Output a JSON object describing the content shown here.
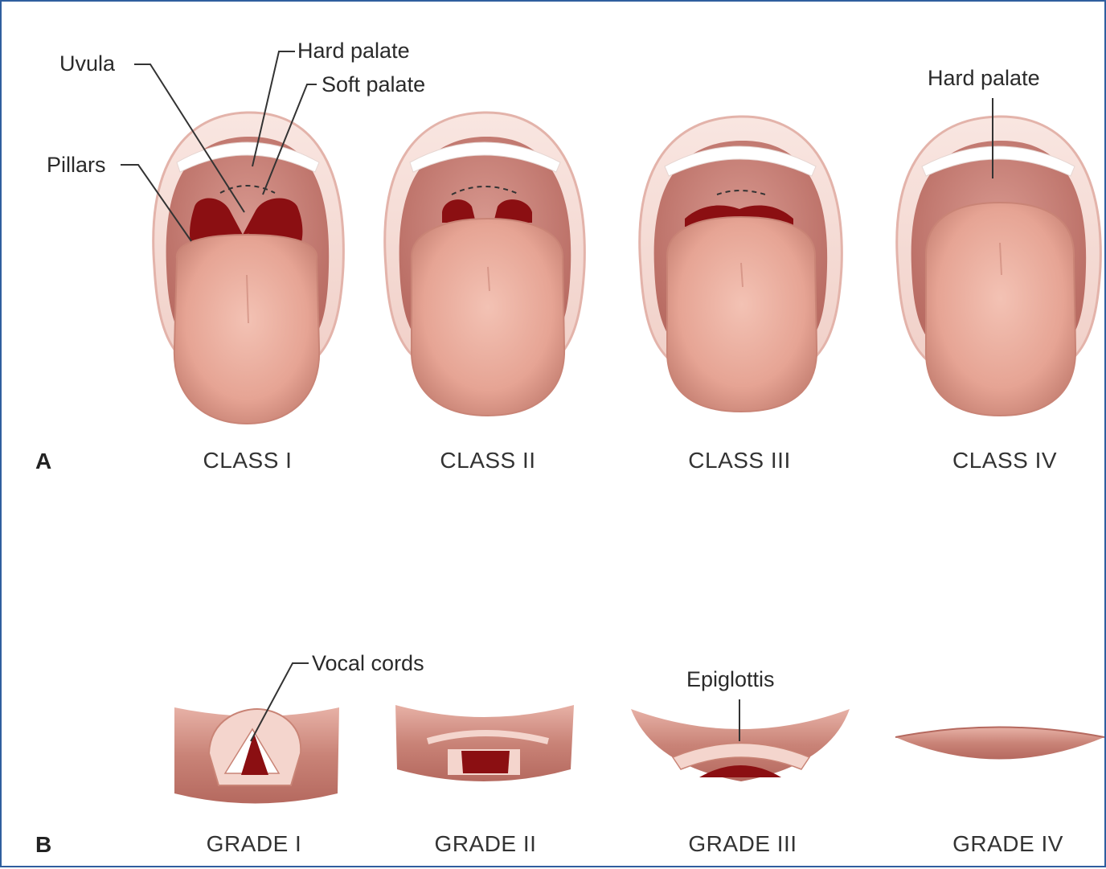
{
  "panels": {
    "a": "A",
    "b": "B"
  },
  "mallampati": {
    "classes": [
      "CLASS I",
      "CLASS II",
      "CLASS III",
      "CLASS IV"
    ],
    "labels": {
      "uvula": "Uvula",
      "hard_palate": "Hard palate",
      "soft_palate": "Soft palate",
      "pillars": "Pillars",
      "hard_palate_iv": "Hard palate"
    }
  },
  "cormack_lehane": {
    "grades": [
      "GRADE I",
      "GRADE II",
      "GRADE III",
      "GRADE IV"
    ],
    "labels": {
      "vocal_cords": "Vocal cords",
      "epiglottis": "Epiglottis"
    }
  },
  "colors": {
    "border": "#2f5e9e",
    "lip": "#f6dcd6",
    "lip_edge": "#e3b3aa",
    "mouth_inner": "#cf8e84",
    "palate": "#c47f75",
    "throat": "#8b0f12",
    "tongue": "#e9aa9c",
    "tongue_edge": "#c98476",
    "teeth": "#ffffff"
  }
}
